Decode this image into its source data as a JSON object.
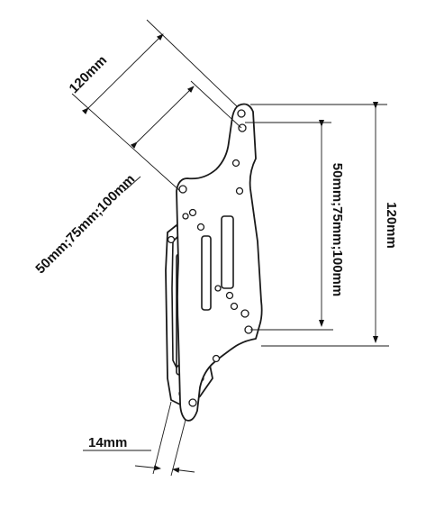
{
  "dimensions": {
    "top_outer": "120mm",
    "diag_inner": "50mm;75mm;100mm",
    "right_inner": "50mm;75mm;100mm",
    "right_outer": "120mm",
    "bottom_depth": "14mm"
  }
}
